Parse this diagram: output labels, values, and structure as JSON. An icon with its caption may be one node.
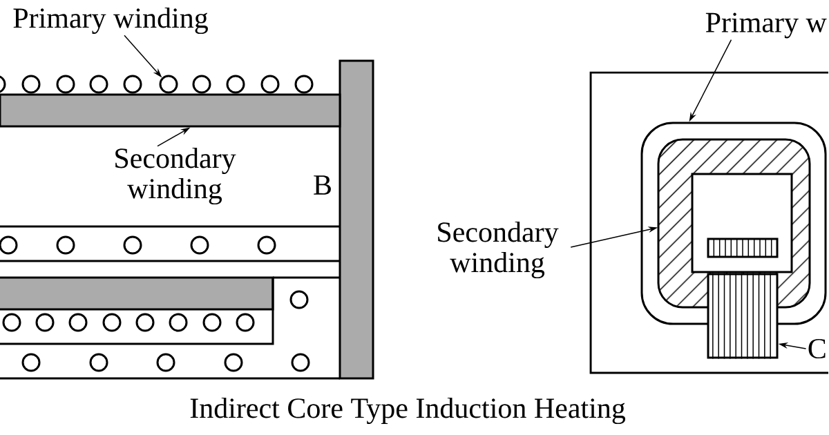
{
  "diagram": {
    "caption": "Indirect Core Type Induction Heating",
    "nodes": [
      {
        "text": [
          "Primary winding"
        ]
      },
      {
        "text": [],
        "shape": "circle"
      },
      {
        "text": [
          "Secondary winding"
        ]
      },
      {
        "text": [],
        "shape": "bar"
      },
      {
        "text": [
          "Primary w"
        ]
      },
      {
        "text": [],
        "shape": "box"
      },
      {
        "text": [
          "Secondary winding"
        ]
      },
      {
        "text": [],
        "shape": "box",
        "in": 5
      },
      {
        "text": [
          "C"
        ]
      },
      {
        "text": [],
        "shape": "bar"
      }
    ],
    "edges": [
      {
        "from": 0,
        "to": 1,
        "arrow": "to"
      },
      {
        "from": 2,
        "to": 3,
        "arrow": "to"
      },
      {
        "from": 4,
        "to": 5,
        "arrow": "to"
      },
      {
        "from": 6,
        "to": 7,
        "arrow": "to"
      },
      {
        "from": 8,
        "to": 9,
        "arrow": "to"
      }
    ],
    "labels": [
      "B"
    ]
  }
}
